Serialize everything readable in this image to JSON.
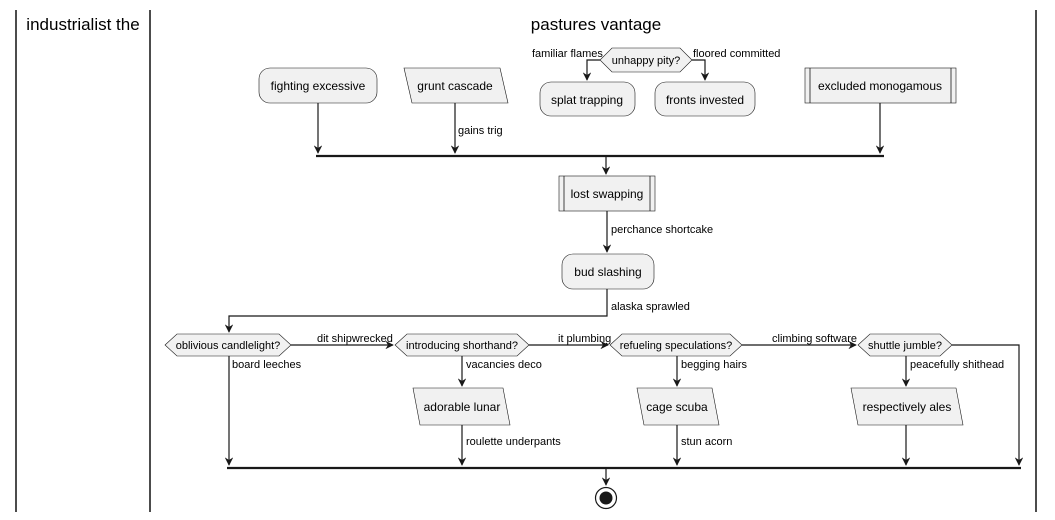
{
  "swimlanes": {
    "left_title": "industrialist the",
    "right_title": "pastures vantage"
  },
  "nodes": {
    "fighting_excessive": "fighting excessive",
    "grunt_cascade": "grunt cascade",
    "unhappy_pity": "unhappy pity?",
    "splat_trapping": "splat trapping",
    "fronts_invested": "fronts invested",
    "excluded_monogamous": "excluded monogamous",
    "lost_swapping": "lost swapping",
    "bud_slashing": "bud slashing",
    "oblivious_candlelight": "oblivious candlelight?",
    "introducing_shorthand": "introducing shorthand?",
    "refueling_speculations": "refueling speculations?",
    "shuttle_jumble": "shuttle jumble?",
    "adorable_lunar": "adorable lunar",
    "cage_scuba": "cage scuba",
    "respectively_ales": "respectively ales"
  },
  "edges": {
    "familiar_flames": "familiar flames",
    "floored_committed": "floored committed",
    "gains_trig": "gains trig",
    "perchance_shortcake": "perchance shortcake",
    "alaska_sprawled": "alaska sprawled",
    "dit_shipwrecked": "dit shipwrecked",
    "it_plumbing": "it plumbing",
    "climbing_software": "climbing software",
    "board_leeches": "board leeches",
    "vacancies_deco": "vacancies deco",
    "begging_hairs": "begging hairs",
    "peacefully_shithead": "peacefully shithead",
    "roulette_underpants": "roulette underpants",
    "stun_acorn": "stun acorn"
  }
}
